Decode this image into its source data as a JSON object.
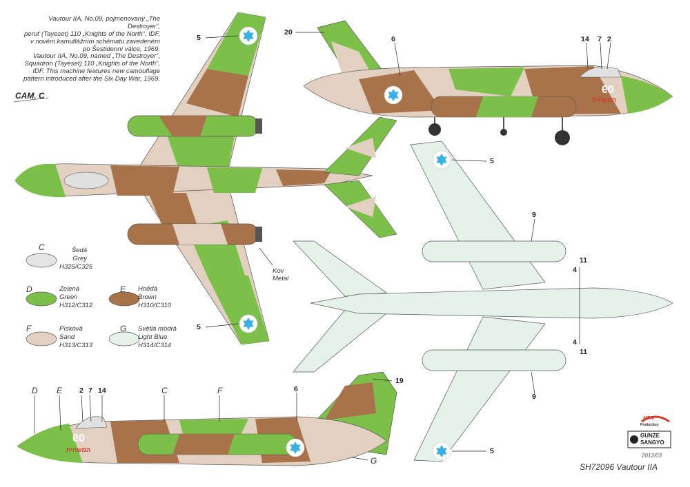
{
  "description_cz": [
    "Vautour IIA, No.09, pojmenovaný „The Destroyer“,",
    "peruť (Tayeset) 110 „Knights of the North“, IDF,",
    "v novém kamuflážním schématu zavedeném",
    "po Šestidenní válce, 1969."
  ],
  "description_en": [
    "Vautour IIA, No.09, named „The Destroyer“,",
    "Squadron (Tayeset) 110 „Knights of the North“,",
    "IDF. This machine features new camouflage",
    "pattern introduced after the Six Day War, 1969."
  ],
  "camo_label": "CAM. C",
  "callouts": {
    "n5a": "5",
    "n20": "20",
    "n6a": "6",
    "n14a": "14",
    "n7a": "7",
    "n2a": "2",
    "n5b": "5",
    "n9a": "9",
    "n11a": "11",
    "n4a": "4",
    "n4b": "4",
    "n11b": "11",
    "n9b": "9",
    "n5c": "5",
    "n5d": "5",
    "n19": "19",
    "n6b": "6",
    "n2b": "2",
    "n7b": "7",
    "n14b": "14",
    "ld": "D",
    "le": "E",
    "lc": "C",
    "lf": "F",
    "lg": "G"
  },
  "kov_metal": [
    "Kov",
    "Metal"
  ],
  "legend": [
    {
      "key": "C",
      "lines": [
        "Šedá",
        "Grey",
        "H325/C325"
      ],
      "color": "#e4e4e4"
    },
    {
      "key": "D",
      "lines": [
        "Zelená",
        "Green",
        "H312/C312"
      ],
      "color": "#7cc04a"
    },
    {
      "key": "E",
      "lines": [
        "Hnědá",
        "Brown",
        "H310/C310"
      ],
      "color": "#a8734a"
    },
    {
      "key": "F",
      "lines": [
        "Písková",
        "Sand",
        "H313/C313"
      ],
      "color": "#e2d0c0"
    },
    {
      "key": "G",
      "lines": [
        "Světlá modrá",
        "Light Blue",
        "H314/C314"
      ],
      "color": "#e4f2ea"
    }
  ],
  "tail_number": "09",
  "hebrew_name": "המשחית",
  "footer": {
    "date": "2012/03",
    "product": "SH72096 Vautour IIA",
    "mpm": "MPM",
    "mpm_sub": "Production",
    "gunze_1": "GUNZE",
    "gunze_2": "SANGYO"
  },
  "colors": {
    "green": "#7cc04a",
    "brown": "#a8734a",
    "sand": "#e2d0c0",
    "lightblue": "#e4f2ea",
    "grey": "#e4e4e4",
    "roundel": "#3bb0e6",
    "red": "#d23a2a"
  }
}
